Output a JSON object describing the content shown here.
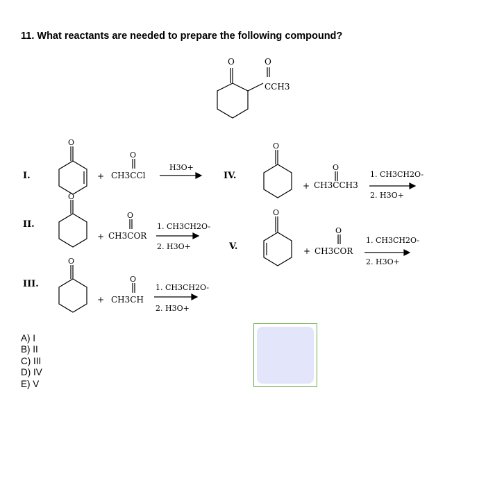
{
  "question": {
    "number": "11.",
    "text": "What reactants are needed to prepare the following compound?"
  },
  "target": {
    "acyl_label": "CCH3",
    "o1": "O",
    "o2": "O"
  },
  "options": [
    {
      "numeral": "I.",
      "reagent": "CH3CCl",
      "condition1": "H3O+",
      "condition2": ""
    },
    {
      "numeral": "II.",
      "reagent": "CH3COR",
      "condition1": "1. CH3CH2O-",
      "condition2": "2. H3O+"
    },
    {
      "numeral": "III.",
      "reagent": "CH3CH",
      "condition1": "1. CH3CH2O-",
      "condition2": "2. H3O+"
    },
    {
      "numeral": "IV.",
      "reagent": "CH3CCH3",
      "condition1": "1. CH3CH2O-",
      "condition2": "2. H3O+"
    },
    {
      "numeral": "V.",
      "reagent": "CH3COR",
      "condition1": "1. CH3CH2O-",
      "condition2": "2. H3O+"
    }
  ],
  "choices": [
    "A) I",
    "B) II",
    "C) III",
    "D) IV",
    "E) V"
  ],
  "colors": {
    "answer_border": "#6ab04c",
    "answer_fill": "#e3e6fb"
  }
}
